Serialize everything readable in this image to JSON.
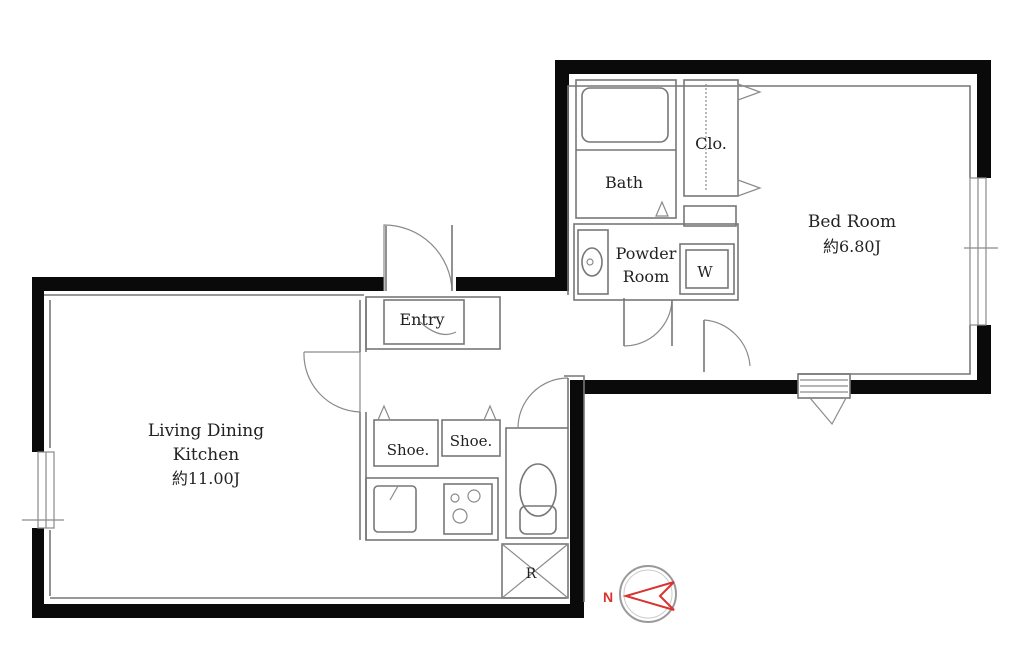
{
  "rooms": {
    "ldk": {
      "name_line1": "Living Dining",
      "name_line2": "Kitchen",
      "area": "約11.00J"
    },
    "bed": {
      "name": "Bed Room",
      "area": "約6.80J"
    },
    "bath": {
      "name": "Bath"
    },
    "closet": {
      "name": "Clo."
    },
    "powder": {
      "name_line1": "Powder",
      "name_line2": "Room"
    },
    "washer": {
      "name": "W"
    },
    "entry": {
      "name": "Entry"
    },
    "shoe1": {
      "name": "Shoe."
    },
    "shoe2": {
      "name": "Shoe."
    },
    "fridge": {
      "name": "R"
    }
  },
  "compass": {
    "letter": "N",
    "accent": "#d9322f"
  },
  "colors": {
    "wall": "#0a0a0a",
    "fixture": "#777777"
  }
}
